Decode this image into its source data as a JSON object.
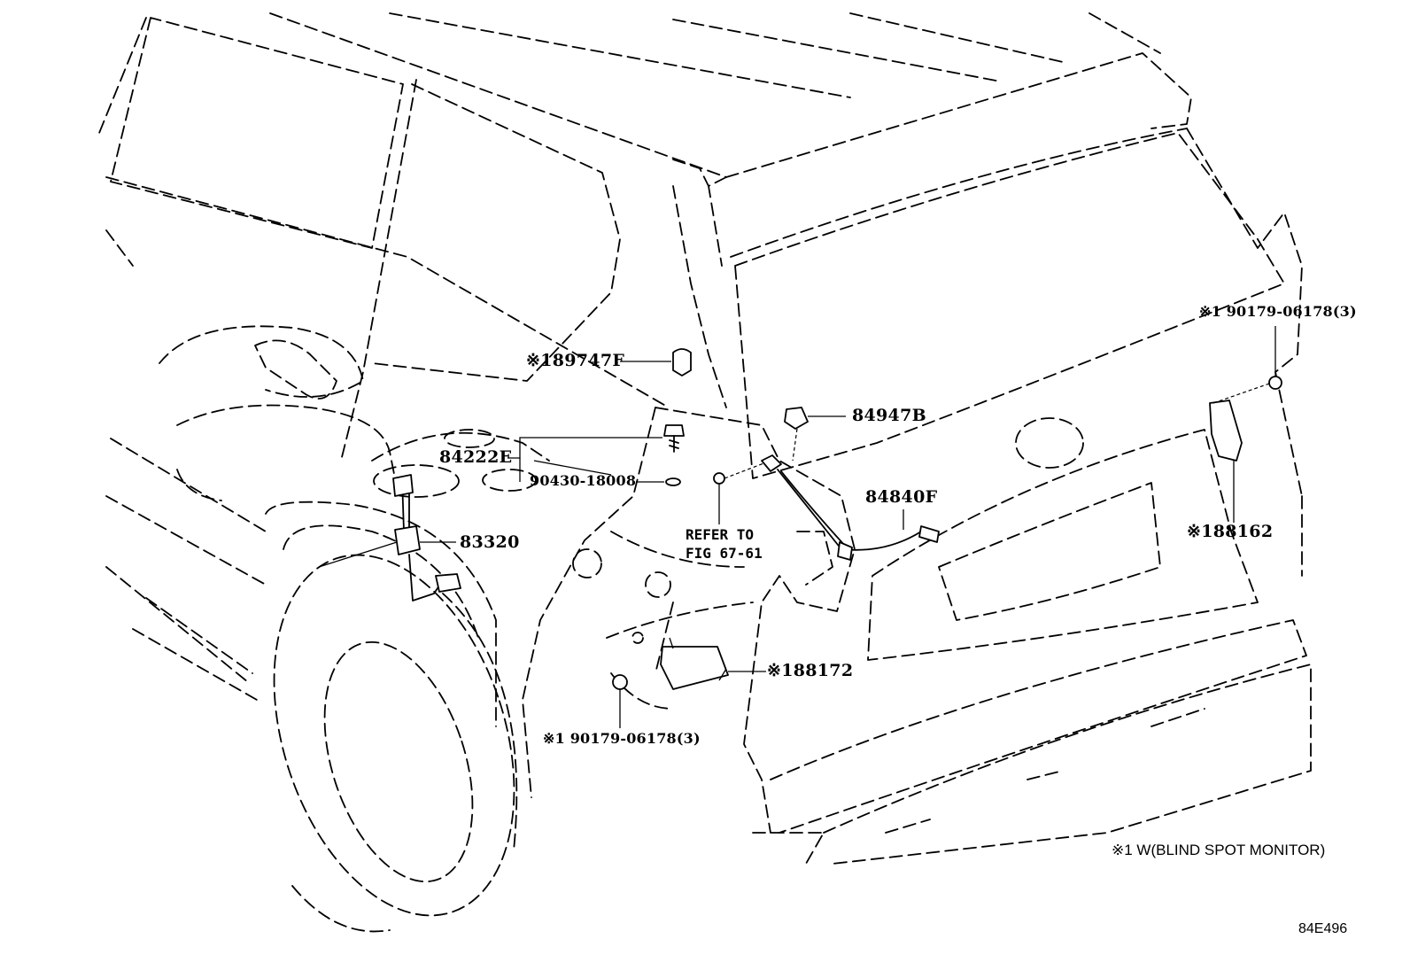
{
  "parts": {
    "p89747f": "※189747F",
    "p84947b": "84947B",
    "p84222e": "84222E",
    "p90430": "90430-18008",
    "p83320": "83320",
    "p84840f": "84840F",
    "p88162": "※188162",
    "p88172": "※188172",
    "p90179_right": "※1 90179-06178(3)",
    "p90179_bottom": "※1 90179-06178(3)"
  },
  "reference": {
    "line1": "REFER TO",
    "line2": "FIG 67-61"
  },
  "footnote": "※1  W(BLIND SPOT MONITOR)",
  "diagram_code": "84E496"
}
